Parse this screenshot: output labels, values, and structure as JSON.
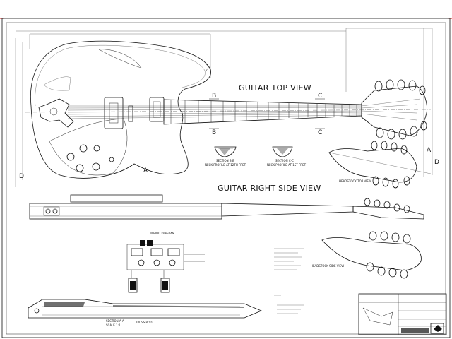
{
  "views": {
    "top_view_title": "GUITAR TOP VIEW",
    "side_view_title": "GUITAR RIGHT SIDE VIEW",
    "headstock_top_view": "HEADSTOCK TOP VIEW",
    "headstock_side_view": "HEADSTOCK SIDE VIEW",
    "wiring_diagram": "WIRING DIAGRAM",
    "section_bb": "SECTION B-B",
    "section_bb_note": "NECK PROFILE AT 12TH FRET",
    "section_cc": "SECTION C-C",
    "section_cc_note": "NECK PROFILE AT 1ST FRET",
    "section_aa": "SECTION A-A",
    "section_aa_scale": "SCALE 1:1",
    "truss_rod_note": "TRUSS ROD"
  },
  "section_markers": {
    "a": "A",
    "b": "B",
    "c": "C",
    "d": "D"
  },
  "colors": {
    "ink": "#111111",
    "paper": "#ffffff",
    "corner_mark": "#d01010"
  }
}
